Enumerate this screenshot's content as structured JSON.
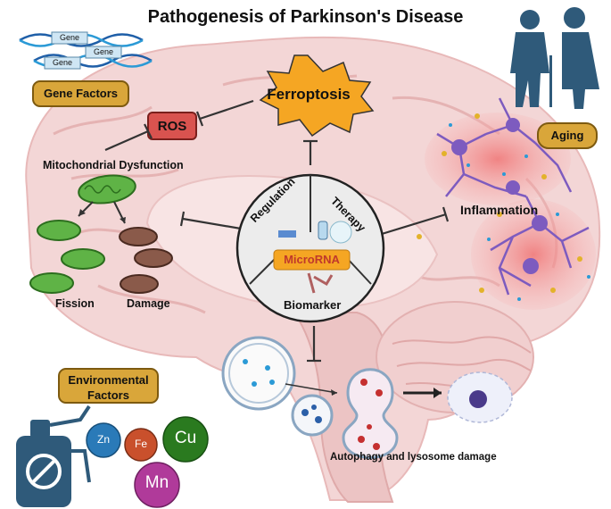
{
  "title": "Pathogenesis of Parkinson's Disease",
  "gene": {
    "strand_labels": [
      "Gene",
      "Gene",
      "Gene"
    ],
    "box_label": "Gene Factors"
  },
  "ferroptosis": "Ferroptosis",
  "ros": "ROS",
  "mito": {
    "title": "Mitochondrial Dysfunction",
    "fission": "Fission",
    "damage": "Damage"
  },
  "aging": "Aging",
  "inflammation": "Inflammation",
  "center": {
    "regulation": "Regulation",
    "therapy": "Therapy",
    "microrna": "MicroRNA",
    "biomarker": "Biomarker"
  },
  "environment": {
    "box_label": "Environmental Factors",
    "metals": [
      "Zn",
      "Fe",
      "Cu",
      "Mn"
    ]
  },
  "autophagy": "Autophagy and lysosome damage",
  "colors": {
    "brain": "#f3d6d6",
    "gold": "#d9a63a",
    "ros_red": "#d9534f",
    "orange": "#f5a623",
    "mito_green": "#5fb346",
    "mito_brown": "#8a5a4a",
    "figure_blue": "#2f5a7a",
    "neuron_purple": "#7d5bbf",
    "cu_green": "#2a7a1f",
    "mn_magenta": "#b03a9a",
    "zn_blue": "#2a7ab8",
    "fe_red": "#c9502c"
  }
}
